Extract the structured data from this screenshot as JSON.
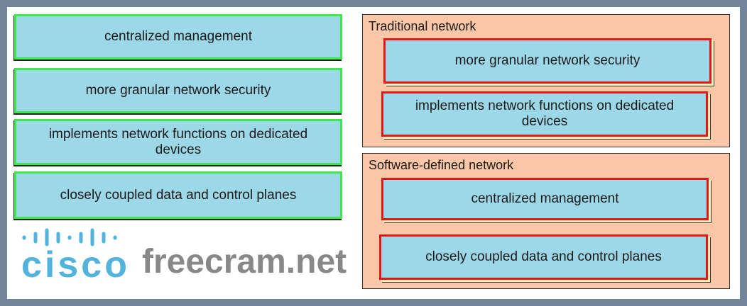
{
  "source_items": [
    {
      "label": "centralized management"
    },
    {
      "label": "more granular network security"
    },
    {
      "label": "implements network functions on dedicated devices"
    },
    {
      "label": "closely coupled data and control planes"
    }
  ],
  "targets": {
    "traditional": {
      "title": "Traditional network",
      "items": [
        {
          "label": "more granular network security"
        },
        {
          "label": "implements network functions on dedicated devices"
        }
      ]
    },
    "sdn": {
      "title": "Software-defined network",
      "items": [
        {
          "label": "centralized management"
        },
        {
          "label": "closely coupled data and control planes"
        }
      ]
    }
  },
  "watermarks": {
    "logo": "cisco",
    "site": "freecram.net"
  },
  "colors": {
    "item_bg": "#9dd8e9",
    "source_border": "#3ee84a",
    "target_border": "#e01818",
    "zone_bg": "#fcc7a6",
    "frame": "#74859a"
  }
}
